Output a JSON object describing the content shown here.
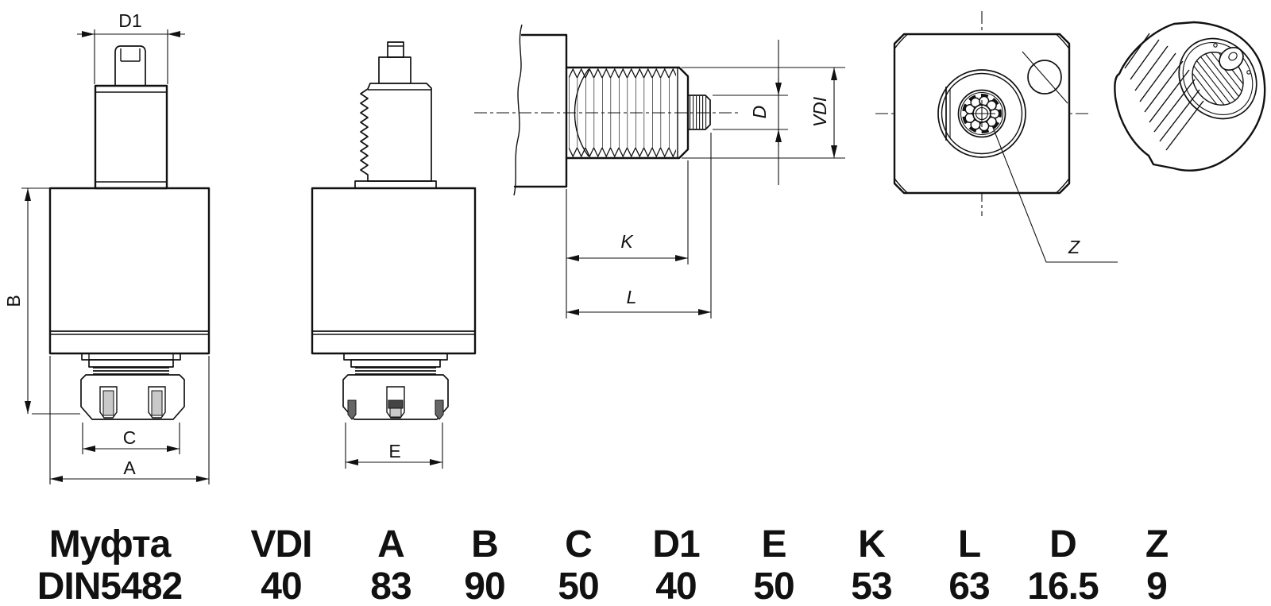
{
  "labels": {
    "d1": "D1",
    "b": "B",
    "c": "C",
    "a": "A",
    "e": "E",
    "k": "K",
    "l": "L",
    "d": "D",
    "vdi": "VDI",
    "z": "Z"
  },
  "table": {
    "columns": [
      {
        "header": "Муфта",
        "value": "DIN5482"
      },
      {
        "header": "VDI",
        "value": "40"
      },
      {
        "header": "A",
        "value": "83"
      },
      {
        "header": "B",
        "value": "90"
      },
      {
        "header": "C",
        "value": "50"
      },
      {
        "header": "D1",
        "value": "40"
      },
      {
        "header": "E",
        "value": "50"
      },
      {
        "header": "K",
        "value": "53"
      },
      {
        "header": "L",
        "value": "63"
      },
      {
        "header": "D",
        "value": "16.5"
      },
      {
        "header": "Z",
        "value": "9"
      }
    ]
  },
  "colors": {
    "line": "#111111",
    "background": "#ffffff",
    "slot_fill": "#c9c9c9"
  }
}
